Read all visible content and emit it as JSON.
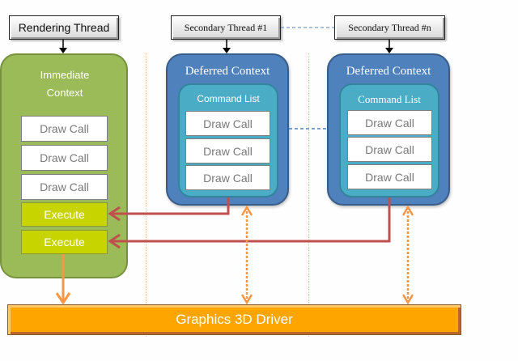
{
  "threads": {
    "rendering": "Rendering Thread",
    "secondary_1": "Secondary Thread #1",
    "secondary_n": "Secondary Thread #n"
  },
  "immediate_context": {
    "title_line1": "Immediate",
    "title_line2": "Context",
    "draw_calls": [
      "Draw Call",
      "Draw Call",
      "Draw Call"
    ],
    "executes": [
      "Execute",
      "Execute"
    ]
  },
  "deferred_contexts": [
    {
      "title": "Deferred Context",
      "command_list": "Command List",
      "draw_calls": [
        "Draw Call",
        "Draw Call",
        "Draw Call"
      ]
    },
    {
      "title": "Deferred Context",
      "command_list": "Command List",
      "draw_calls": [
        "Draw Call",
        "Draw Call",
        "Draw Call"
      ]
    }
  ],
  "driver": {
    "label": "Graphics 3D Driver"
  },
  "colors": {
    "immediate_fill": "#9bbb59",
    "deferred_fill": "#4f81bd",
    "command_list_fill": "#4bacc6",
    "execute_fill": "#c8d400",
    "driver_fill": "#ffa500",
    "execute_arrow": "#c0504d",
    "driver_arrow": "#f79646",
    "thread_link": "#4f81bd"
  }
}
